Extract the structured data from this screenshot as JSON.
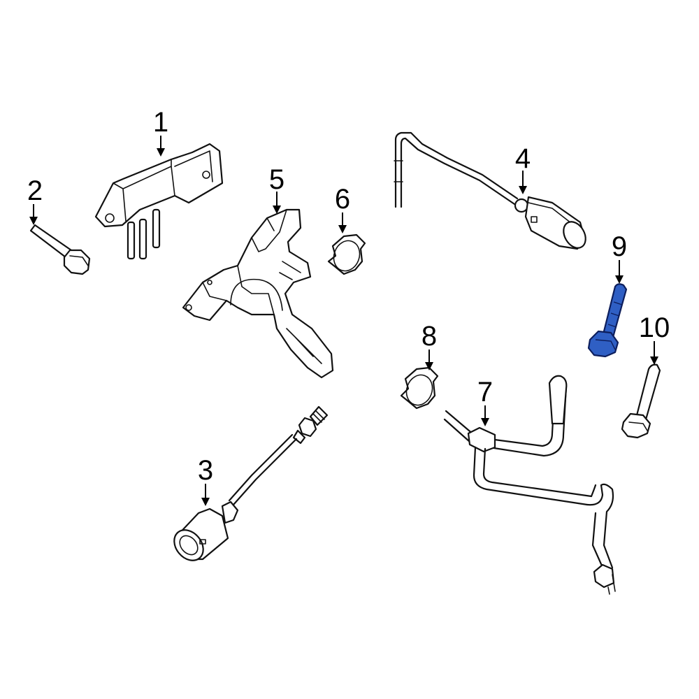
{
  "callouts": [
    {
      "id": "1",
      "label": "1"
    },
    {
      "id": "2",
      "label": "2"
    },
    {
      "id": "3",
      "label": "3"
    },
    {
      "id": "4",
      "label": "4"
    },
    {
      "id": "5",
      "label": "5"
    },
    {
      "id": "6",
      "label": "6"
    },
    {
      "id": "7",
      "label": "7"
    },
    {
      "id": "8",
      "label": "8"
    },
    {
      "id": "9",
      "label": "9"
    },
    {
      "id": "10",
      "label": "10"
    }
  ],
  "highlighted_part": "9",
  "colors": {
    "highlight": "#2f5fc4",
    "line": "#111111",
    "background": "#ffffff"
  }
}
